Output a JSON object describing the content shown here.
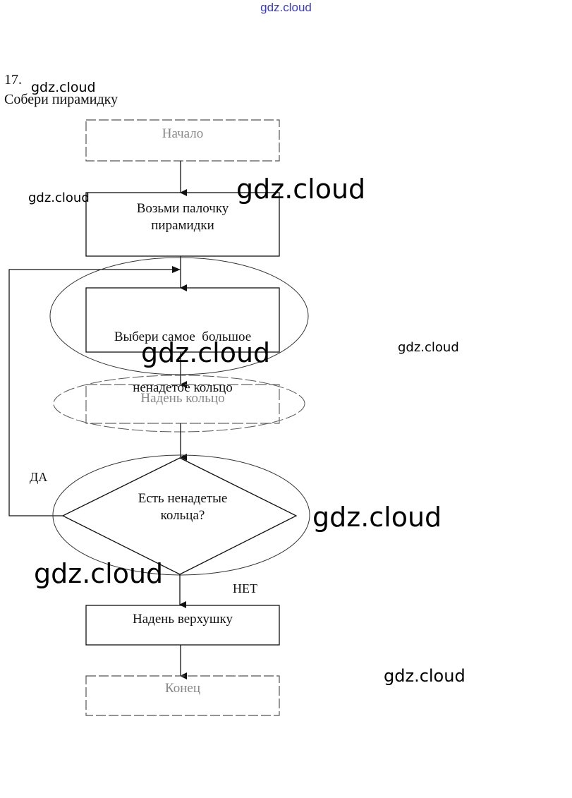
{
  "header": {
    "site_link": "gdz.cloud"
  },
  "task": {
    "number": "17.",
    "title": "Собери пирамидку"
  },
  "flowchart": {
    "nodes": [
      {
        "id": "start",
        "type": "terminal",
        "text": "Начало"
      },
      {
        "id": "take_stick",
        "type": "process",
        "line1": "Возьми палочку",
        "line2": "пирамидки"
      },
      {
        "id": "choose_ring",
        "type": "process",
        "line1": "Выбери самое  большое",
        "line2": "ненадетое кольцо"
      },
      {
        "id": "put_ring",
        "type": "process",
        "text": "Надень кольцо"
      },
      {
        "id": "decision",
        "type": "decision",
        "line1": "Есть ненадетые",
        "line2": "кольца?"
      },
      {
        "id": "put_top",
        "type": "process",
        "text": "Надень верхушку"
      },
      {
        "id": "end",
        "type": "terminal",
        "text": "Конец"
      }
    ],
    "branch_labels": {
      "yes": "ДА",
      "no": "НЕТ"
    }
  },
  "watermarks": [
    "gdz.cloud",
    "gdz.cloud",
    "gdz.cloud",
    "gdz.cloud",
    "gdz.cloud",
    "gdz.cloud",
    "gdz.cloud",
    "gdz.cloud"
  ]
}
